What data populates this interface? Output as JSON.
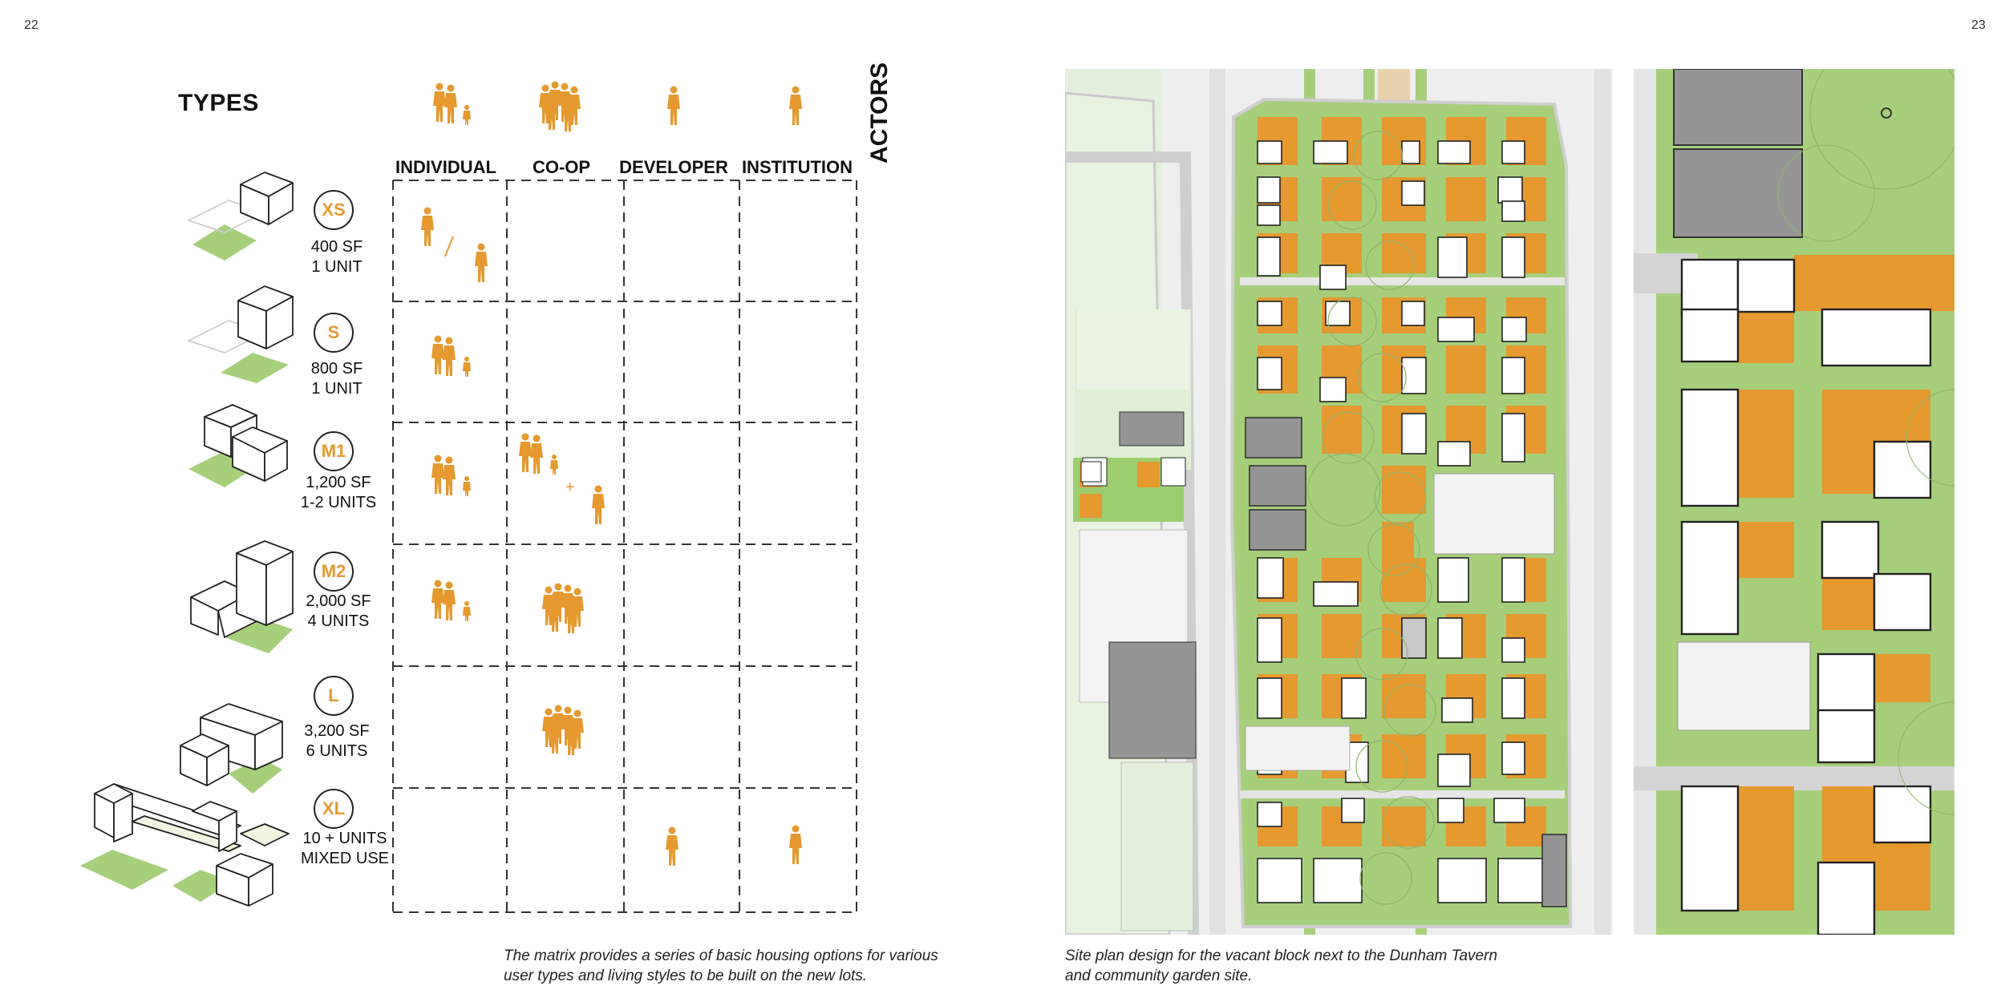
{
  "page_numbers": {
    "left": "22",
    "right": "23"
  },
  "matrix": {
    "types_title": "TYPES",
    "actors_title": "ACTORS",
    "columns": [
      "INDIVIDUAL",
      "CO-OP",
      "DEVELOPER",
      "INSTITUTION"
    ],
    "types": [
      {
        "code": "XS",
        "area": "400 SF",
        "units": "1 UNIT"
      },
      {
        "code": "S",
        "area": "800 SF",
        "units": "1 UNIT"
      },
      {
        "code": "M1",
        "area": "1,200 SF",
        "units": "1-2 UNITS"
      },
      {
        "code": "M2",
        "area": "2,000 SF",
        "units": "4 UNITS"
      },
      {
        "code": "L",
        "area": "3,200 SF",
        "units": "6 UNITS"
      },
      {
        "code": "XL",
        "area": "10 + UNITS",
        "units": "MIXED USE"
      }
    ],
    "caption_line1": "The matrix provides a series of basic housing options for various",
    "caption_line2": "user types and living styles to be built on the new lots."
  },
  "site_plan": {
    "caption_line1": "Site plan design for the vacant block next to the Dunham Tavern",
    "caption_line2": "and community garden site."
  },
  "colors": {
    "orange": "#e5992f",
    "green": "#a6cf7b",
    "gray": "#959595",
    "road": "#e4e4e4"
  }
}
